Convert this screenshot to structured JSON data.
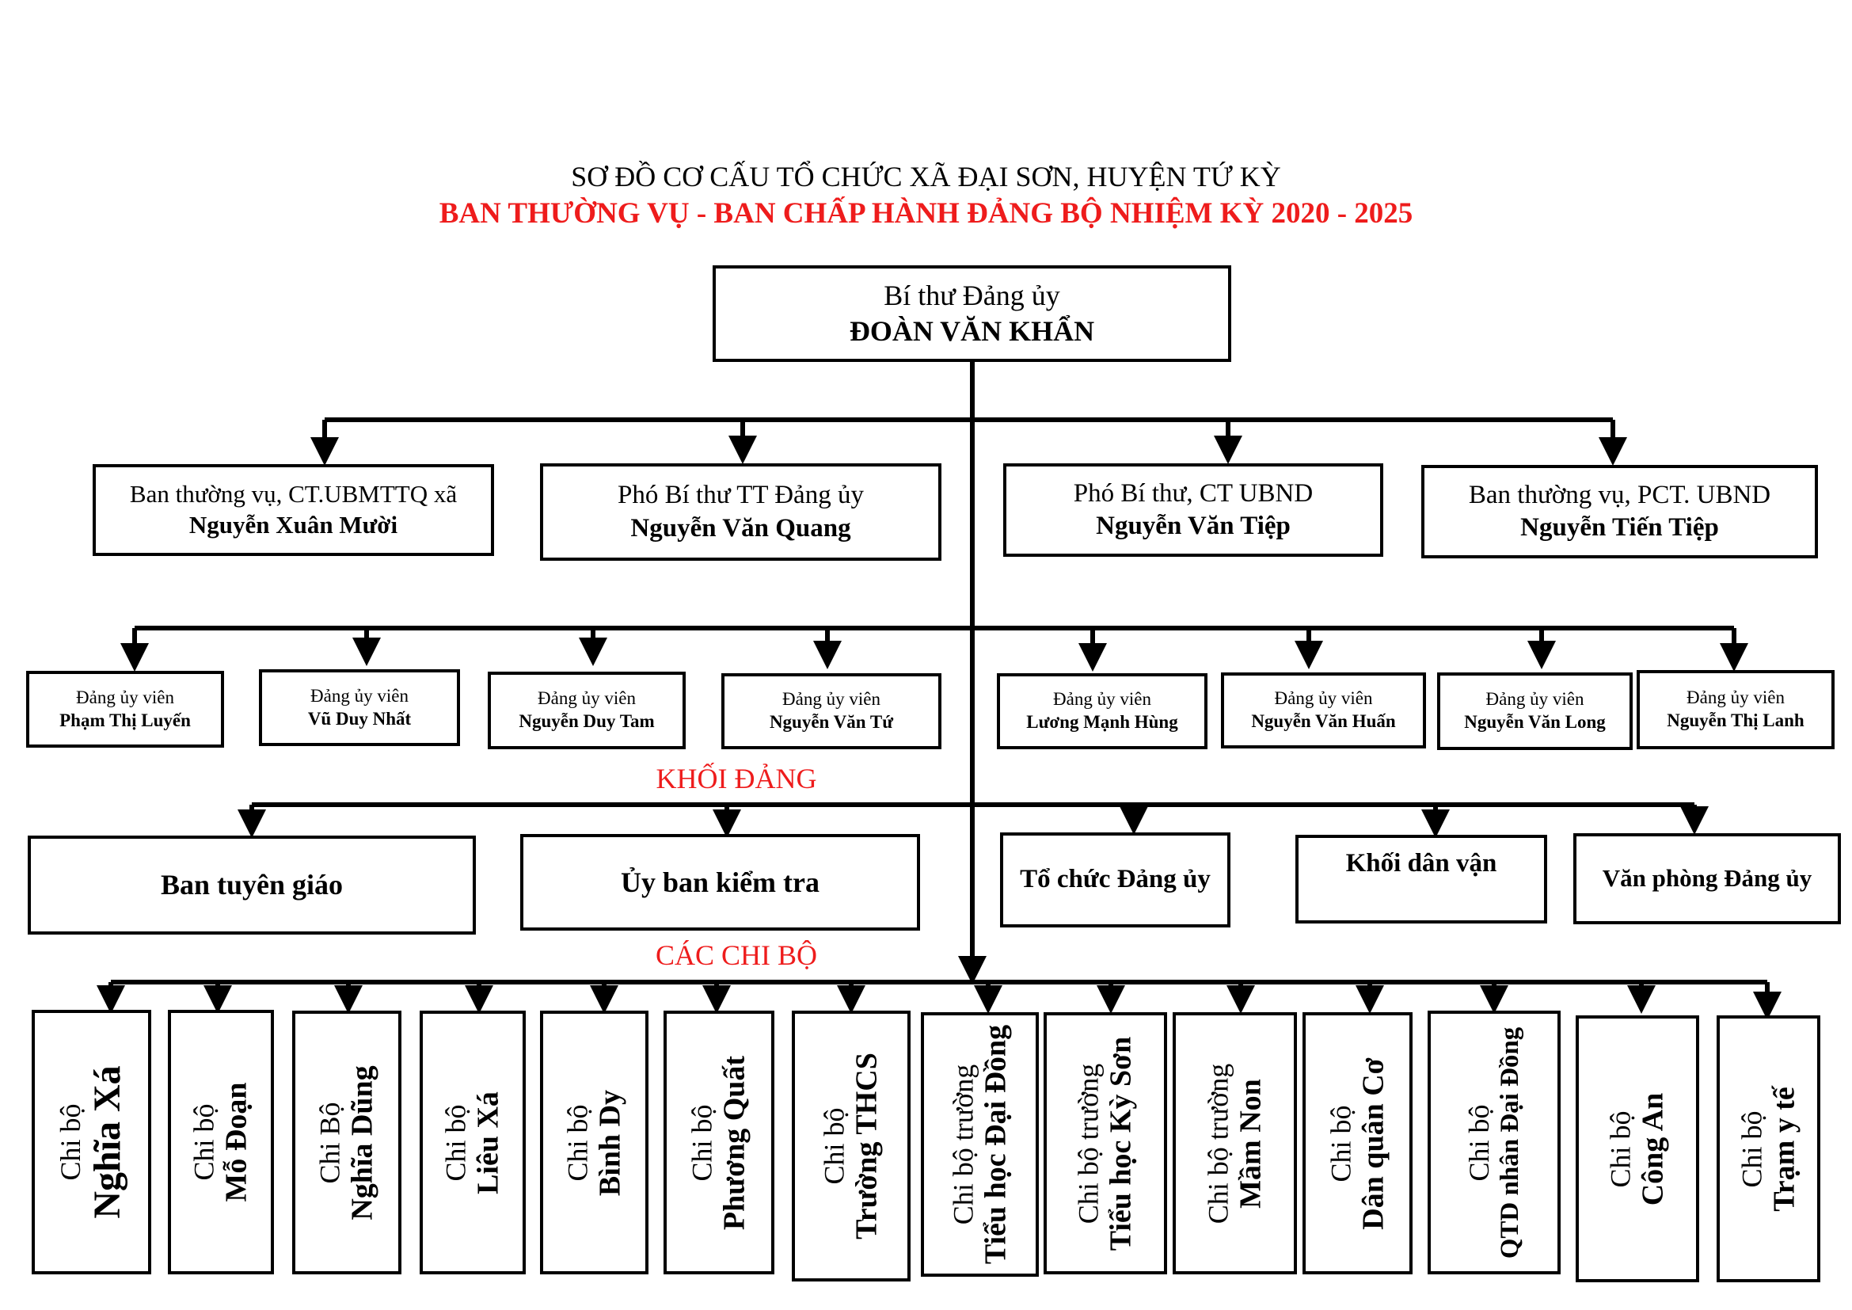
{
  "title": "SƠ ĐỒ CƠ CẤU TỔ CHỨC XÃ ĐẠI SƠN, HUYỆN TỨ KỲ",
  "subtitle": "BAN THƯỜNG VỤ - BAN CHẤP HÀNH ĐẢNG BỘ NHIỆM KỲ 2020 - 2025",
  "colors": {
    "accent_red": "#ee1c1c",
    "line": "#000000"
  },
  "root": {
    "role": "Bí thư Đảng ủy",
    "name": "ĐOÀN VĂN KHẨN"
  },
  "level1": [
    {
      "role": "Ban thường vụ, CT.UBMTTQ xã",
      "name": "Nguyễn Xuân Mười"
    },
    {
      "role": "Phó Bí thư TT Đảng ủy",
      "name": "Nguyễn Văn Quang"
    },
    {
      "role": "Phó Bí thư, CT UBND",
      "name": "Nguyễn Văn Tiệp"
    },
    {
      "role": "Ban thường vụ, PCT. UBND",
      "name": "Nguyễn Tiến Tiệp"
    }
  ],
  "members": [
    {
      "role": "Đảng ủy viên",
      "name": "Phạm Thị Luyến"
    },
    {
      "role": "Đảng ủy viên",
      "name": "Vũ Duy Nhất"
    },
    {
      "role": "Đảng ủy viên",
      "name": "Nguyễn Duy Tam"
    },
    {
      "role": "Đảng ủy viên",
      "name": "Nguyễn Văn Tứ"
    },
    {
      "role": "Đảng ủy viên",
      "name": "Lương Mạnh Hùng"
    },
    {
      "role": "Đảng ủy viên",
      "name": "Nguyễn Văn Huấn"
    },
    {
      "role": "Đảng ủy viên",
      "name": "Nguyễn Văn Long"
    },
    {
      "role": "Đảng ủy viên",
      "name": "Nguyễn Thị Lanh"
    }
  ],
  "khoi_dang": {
    "label": "KHỐI ĐẢNG",
    "items": [
      "Ban tuyên giáo",
      "Ủy ban kiểm tra",
      "Tổ chức Đảng ủy",
      "Khối dân vận",
      "Văn phòng Đảng ủy"
    ]
  },
  "chi_bo": {
    "label": "CÁC CHI BỘ",
    "items": [
      {
        "top": "Chi bộ",
        "name": "Nghĩa Xá"
      },
      {
        "top": "Chi bộ",
        "name": "Mỗ Đoạn"
      },
      {
        "top": "Chi Bộ",
        "name": "Nghĩa Dũng"
      },
      {
        "top": "Chi bộ",
        "name": "Liêu Xá"
      },
      {
        "top": "Chi bộ",
        "name": "Bình Dy"
      },
      {
        "top": "Chi bộ",
        "name": "Phương Quất"
      },
      {
        "top": "Chi bộ",
        "name": "Trường THCS"
      },
      {
        "top": "Chi bộ trường",
        "name": "Tiểu học Đại Đồng"
      },
      {
        "top": "Chi bộ trường",
        "name": "Tiểu học Kỳ Sơn"
      },
      {
        "top": "Chi bộ trường",
        "name": "Mầm Non"
      },
      {
        "top": "Chi bộ",
        "name": "Dân quân Cơ"
      },
      {
        "top": "Chi bộ",
        "name": "QTD nhân Đại Đồng"
      },
      {
        "top": "Chi bộ",
        "name": "Công An"
      },
      {
        "top": "Chi bộ",
        "name": "Trạm y tế"
      }
    ]
  }
}
